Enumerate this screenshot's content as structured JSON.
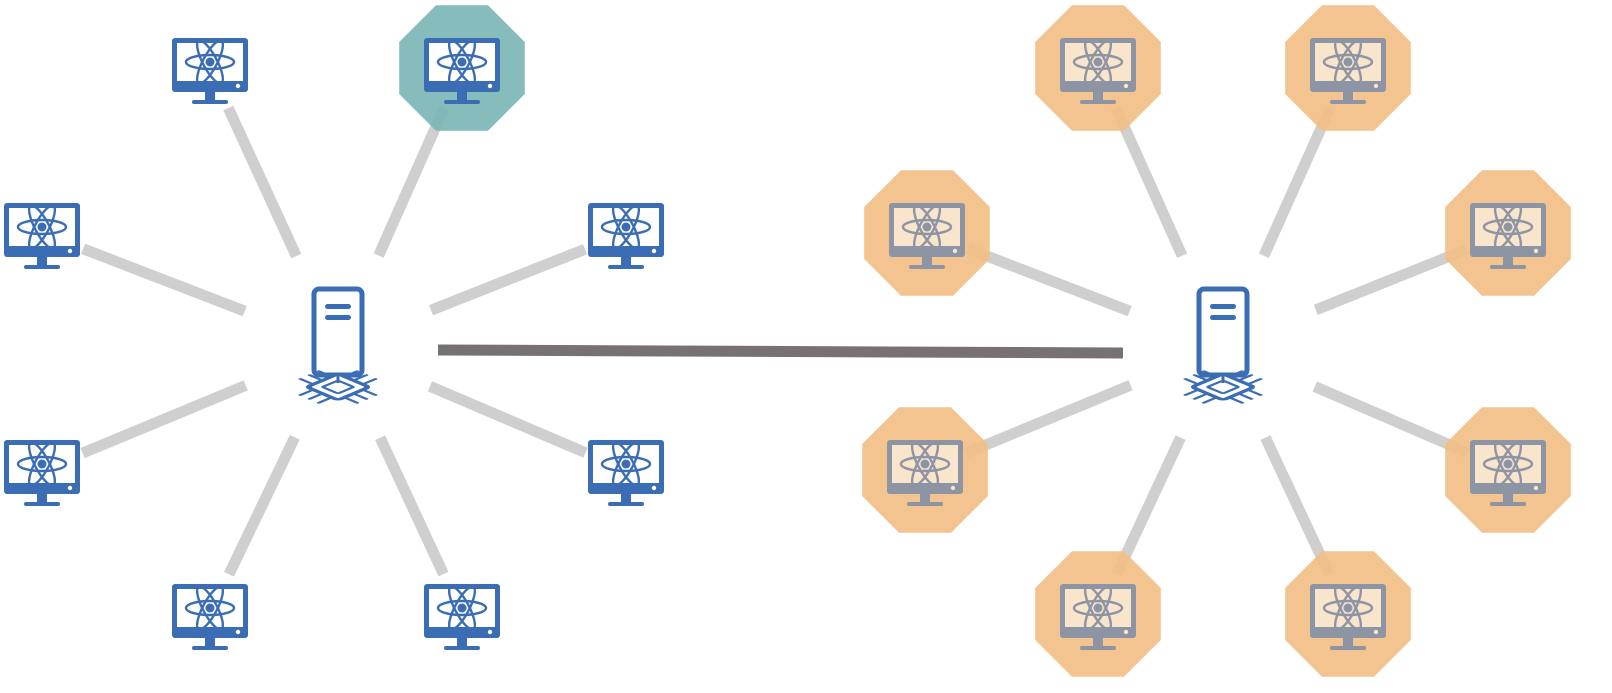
{
  "diagram": {
    "type": "two-star-network",
    "icon_color": "#3a6db4",
    "spoke_color": "#cfcfcf",
    "backbone_color": "#767272",
    "colors": {
      "teal_highlight": "#7cb6b6",
      "orange_highlight": "#f2bf86",
      "none": "none"
    },
    "icons": {
      "hub": "quantum-server-icon",
      "node": "quantum-computer-icon"
    },
    "backbone": {
      "from": "left",
      "to": "right"
    },
    "clusters": [
      {
        "id": "left",
        "nodes": [
          {
            "id": "left-node-top-left",
            "highlight": "none"
          },
          {
            "id": "left-node-top-right",
            "highlight": "teal_highlight"
          },
          {
            "id": "left-node-right-upper",
            "highlight": "none"
          },
          {
            "id": "left-node-right-lower",
            "highlight": "none"
          },
          {
            "id": "left-node-bottom-right",
            "highlight": "none"
          },
          {
            "id": "left-node-bottom-left",
            "highlight": "none"
          },
          {
            "id": "left-node-left-lower",
            "highlight": "none"
          },
          {
            "id": "left-node-left-upper",
            "highlight": "none"
          }
        ]
      },
      {
        "id": "right",
        "nodes": [
          {
            "id": "right-node-top-left",
            "highlight": "orange_highlight"
          },
          {
            "id": "right-node-top-right",
            "highlight": "orange_highlight"
          },
          {
            "id": "right-node-right-upper",
            "highlight": "orange_highlight"
          },
          {
            "id": "right-node-right-lower",
            "highlight": "orange_highlight"
          },
          {
            "id": "right-node-bottom-right",
            "highlight": "orange_highlight"
          },
          {
            "id": "right-node-bottom-left",
            "highlight": "orange_highlight"
          },
          {
            "id": "right-node-left-lower",
            "highlight": "orange_highlight"
          },
          {
            "id": "right-node-left-upper",
            "highlight": "orange_highlight"
          }
        ]
      }
    ]
  }
}
